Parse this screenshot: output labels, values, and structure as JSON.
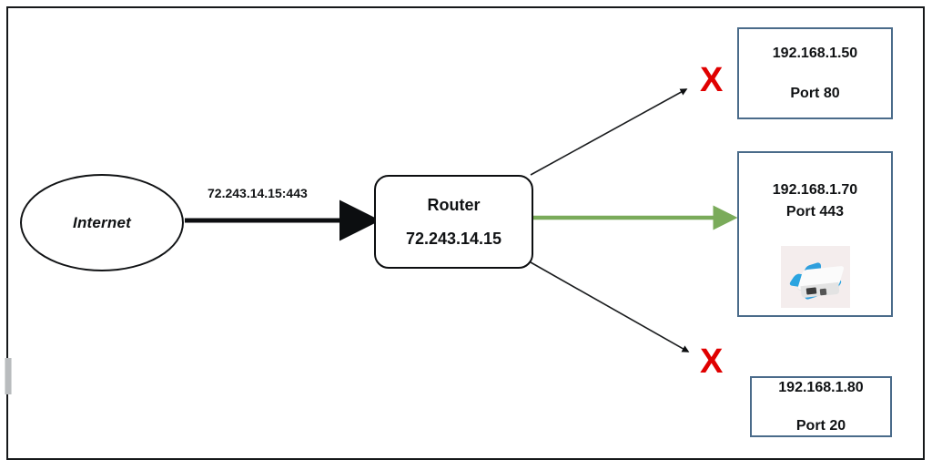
{
  "diagram": {
    "title": "Port forwarding network diagram",
    "colors": {
      "frame_border": "#16181a",
      "node_border": "#0c0e10",
      "dest_border": "#4a6b8a",
      "allowed_arrow": "#7aab5a",
      "blocked_mark": "#e00000",
      "text": "#101214",
      "background": "#ffffff"
    },
    "source": {
      "label": "Internet",
      "shape": "ellipse"
    },
    "wan_link": {
      "label": "72.243.14.15:443",
      "style": "thick-black-arrow"
    },
    "router": {
      "name": "Router",
      "ip": "72.243.14.15",
      "shape": "rounded-rectangle"
    },
    "destinations": [
      {
        "id": "dest-1",
        "ip": "192.168.1.50",
        "port": "Port 80",
        "status": "blocked",
        "marker": "X",
        "arrow": "thin-black-diagonal-up",
        "has_device_image": false
      },
      {
        "id": "dest-2",
        "ip": "192.168.1.70",
        "port": "Port 443",
        "status": "allowed",
        "marker": "",
        "arrow": "green-horizontal",
        "has_device_image": true,
        "device_image_alt": "white-device-on-blue-mount"
      },
      {
        "id": "dest-3",
        "ip": "192.168.1.80",
        "port": "Port 20",
        "status": "blocked",
        "marker": "X",
        "arrow": "thin-black-diagonal-down",
        "has_device_image": false
      }
    ]
  }
}
